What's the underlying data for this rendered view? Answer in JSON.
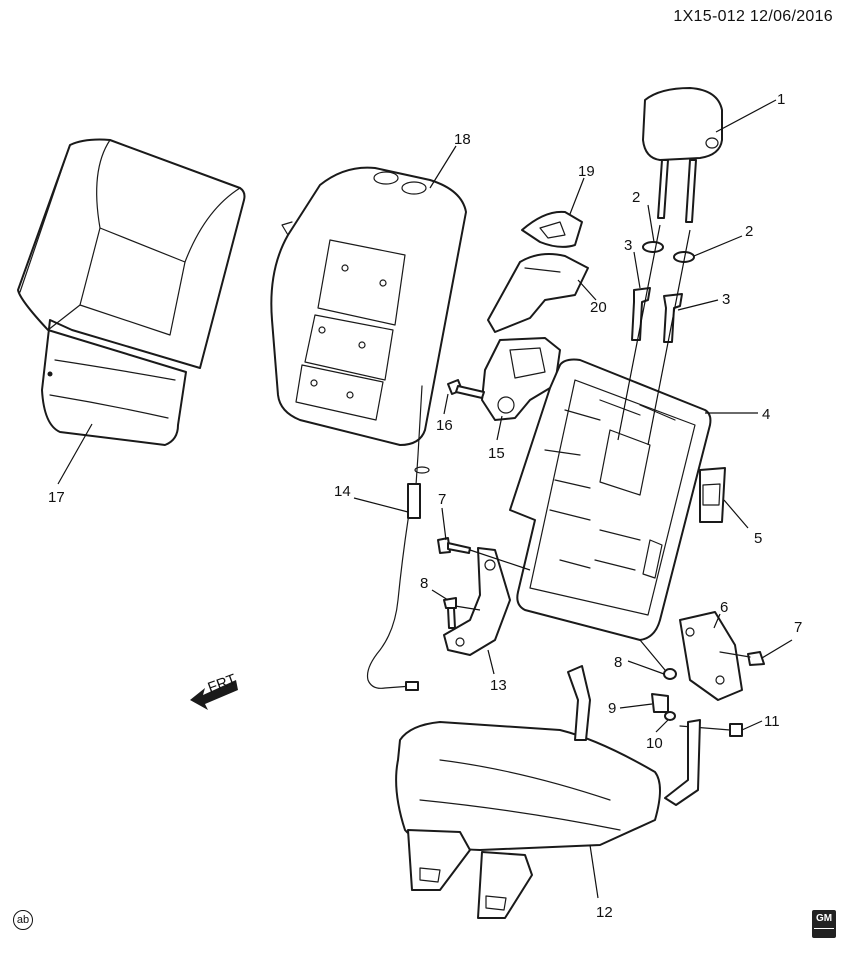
{
  "header": {
    "diagram_id": "1X15-012",
    "date": "12/06/2016"
  },
  "callouts": [
    "1",
    "2",
    "2",
    "3",
    "3",
    "4",
    "5",
    "6",
    "7",
    "7",
    "8",
    "8",
    "9",
    "10",
    "11",
    "12",
    "13",
    "14",
    "15",
    "16",
    "17",
    "18",
    "19",
    "20"
  ],
  "orientation": {
    "label": "FRT"
  },
  "footer": {
    "left_badge": "ab",
    "logo_text": "GM"
  },
  "colors": {
    "line": "#1a1a1a",
    "background": "#ffffff"
  }
}
